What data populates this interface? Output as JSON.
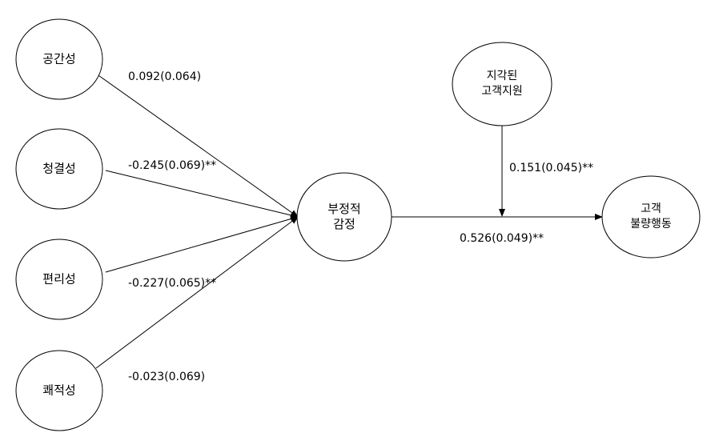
{
  "nodes": {
    "space": {
      "label": "공간성"
    },
    "clean": {
      "label": "청결성"
    },
    "convenience": {
      "label": "편리성"
    },
    "comfort": {
      "label": "쾌적성"
    },
    "negative_emotion": {
      "line1": "부정적",
      "line2": "감정"
    },
    "perceived_support": {
      "line1": "지각된",
      "line2": "고객지원"
    },
    "misbehavior": {
      "line1": "고객",
      "line2": "불량행동"
    }
  },
  "edges": {
    "space_to_emotion": "0.092(0.064)",
    "clean_to_emotion": "-0.245(0.069)**",
    "convenience_to_emotion": "-0.227(0.065)**",
    "comfort_to_emotion": "-0.023(0.069)",
    "support_moderation": "0.151(0.045)**",
    "emotion_to_misbehavior": "0.526(0.049)**"
  }
}
